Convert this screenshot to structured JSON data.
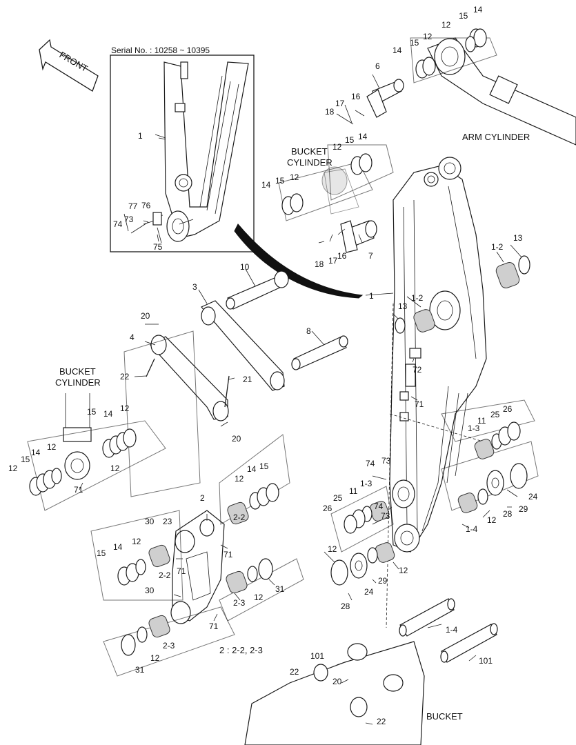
{
  "serial_note": "Serial No. : 10258 ~ 10395",
  "front_label": "FRONT",
  "captions": {
    "arm_cylinder": "ARM CYLINDER",
    "bucket_cylinder_top_1": "BUCKET",
    "bucket_cylinder_top_2": "CYLINDER",
    "bucket_cylinder_left_1": "BUCKET",
    "bucket_cylinder_left_2": "CYLINDER",
    "bucket": "BUCKET",
    "note_2": "2 : 2-2, 2-3"
  },
  "callouts": [
    "14",
    "15",
    "12",
    "15",
    "14",
    "12",
    "6",
    "16",
    "17",
    "18",
    "15",
    "14",
    "12",
    "14",
    "15",
    "12",
    "16",
    "17",
    "18",
    "7",
    "1",
    "10",
    "3",
    "8",
    "4",
    "20",
    "22",
    "21",
    "20",
    "13",
    "1-2",
    "13",
    "1-2",
    "72",
    "71",
    "1",
    "77",
    "76",
    "74",
    "73",
    "75",
    "15",
    "14",
    "12",
    "12",
    "15",
    "14",
    "12",
    "71",
    "12",
    "2",
    "14",
    "15",
    "12",
    "2-2",
    "71",
    "30",
    "23",
    "2-2",
    "12",
    "14",
    "15",
    "30",
    "71",
    "2-3",
    "12",
    "31",
    "71",
    "2-3",
    "12",
    "31",
    "74",
    "73",
    "1-3",
    "11",
    "25",
    "26",
    "74",
    "73",
    "12",
    "1-3",
    "11",
    "25",
    "26",
    "24",
    "28",
    "29",
    "1-4",
    "12",
    "24",
    "28",
    "29",
    "12",
    "1-4",
    "101",
    "101",
    "22",
    "20",
    "22",
    "20"
  ]
}
